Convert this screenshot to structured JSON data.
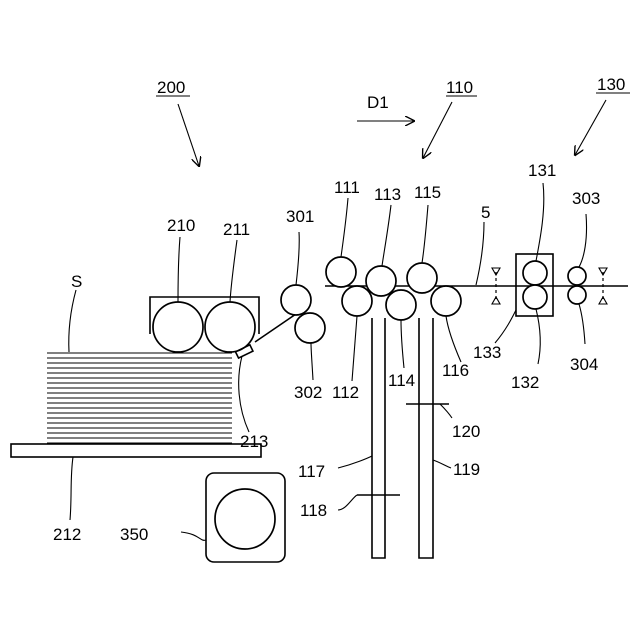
{
  "labels": {
    "l200": "200",
    "l110": "110",
    "l130": "130",
    "d1": "D1",
    "s": "S",
    "l210": "210",
    "l211": "211",
    "l212": "212",
    "l213": "213",
    "l301": "301",
    "l302": "302",
    "l303": "303",
    "l304": "304",
    "l350": "350",
    "l111": "111",
    "l112": "112",
    "l113": "113",
    "l114": "114",
    "l115": "115",
    "l116": "116",
    "l117": "117",
    "l118": "118",
    "l119": "119",
    "l120": "120",
    "l131": "131",
    "l132": "132",
    "l133": "133",
    "l5": "5"
  }
}
